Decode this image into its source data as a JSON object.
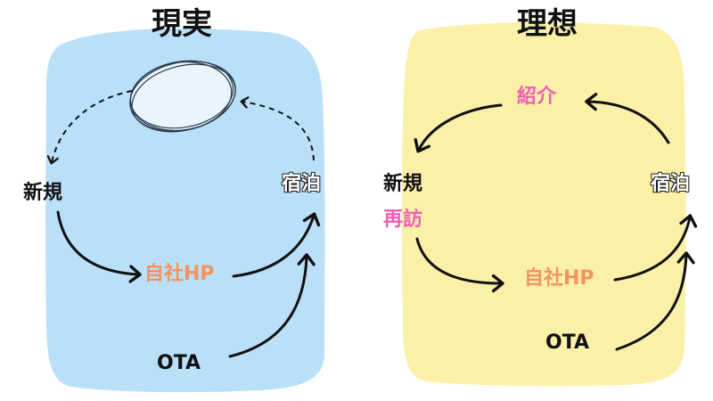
{
  "left": {
    "title": "現実",
    "panel_color": "#b9e0f8",
    "nodes": {
      "shinki": "新規",
      "shukuhaku": "宿泊",
      "jisha_hp": "自社HP",
      "ota": "OTA"
    }
  },
  "right": {
    "title": "理想",
    "panel_color": "#fbf0a8",
    "nodes": {
      "shokai": "紹介",
      "shinki": "新規",
      "saihou": "再訪",
      "shukuhaku": "宿泊",
      "jisha_hp": "自社HP",
      "ota": "OTA"
    }
  },
  "colors": {
    "orange": "#f4935c",
    "pink": "#ee5fb5",
    "arrow": "#111111"
  }
}
